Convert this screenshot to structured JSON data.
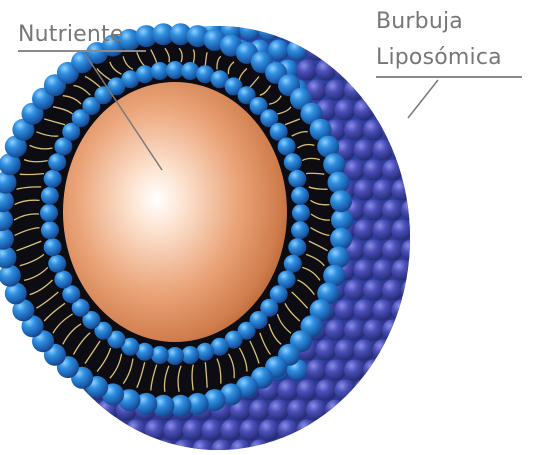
{
  "labels": {
    "nutrient": "Nutriente",
    "bubble_line1": "Burbuja",
    "bubble_line2": "Liposómica"
  },
  "colors": {
    "bead": "#1f74c4",
    "bead_dark": "#2a3f9a",
    "core": "#e69a68",
    "tail": "#d8c27a",
    "label": "#777777"
  }
}
